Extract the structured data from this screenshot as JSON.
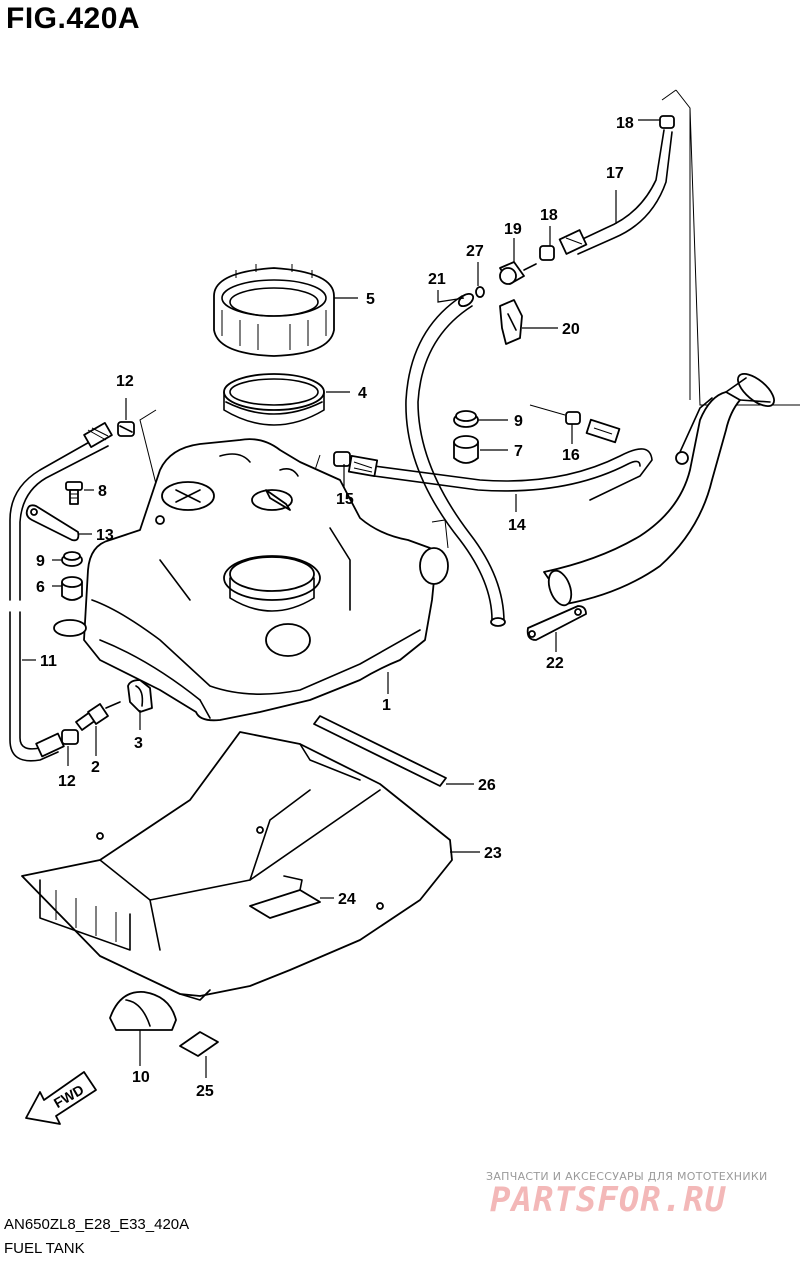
{
  "figure": {
    "title": "FIG.420A",
    "code": "AN650ZL8_E28_E33_420A",
    "name": "FUEL TANK"
  },
  "watermark": {
    "line1": "ЗАПЧАСТИ И АКСЕССУАРЫ ДЛЯ МОТОТЕХНИКИ",
    "line2": "PARTSFOR.RU"
  },
  "fwd_label": "FWD",
  "part_numbers": {
    "p1": "1",
    "p2": "2",
    "p3": "3",
    "p4": "4",
    "p5": "5",
    "p6": "6",
    "p7": "7",
    "p8": "8",
    "p9a": "9",
    "p9b": "9",
    "p10": "10",
    "p11": "11",
    "p12a": "12",
    "p12b": "12",
    "p13": "13",
    "p14": "14",
    "p15": "15",
    "p16": "16",
    "p17": "17",
    "p18a": "18",
    "p18b": "18",
    "p19": "19",
    "p20": "20",
    "p21": "21",
    "p22": "22",
    "p23": "23",
    "p24": "24",
    "p25": "25",
    "p26": "26",
    "p27": "27"
  }
}
